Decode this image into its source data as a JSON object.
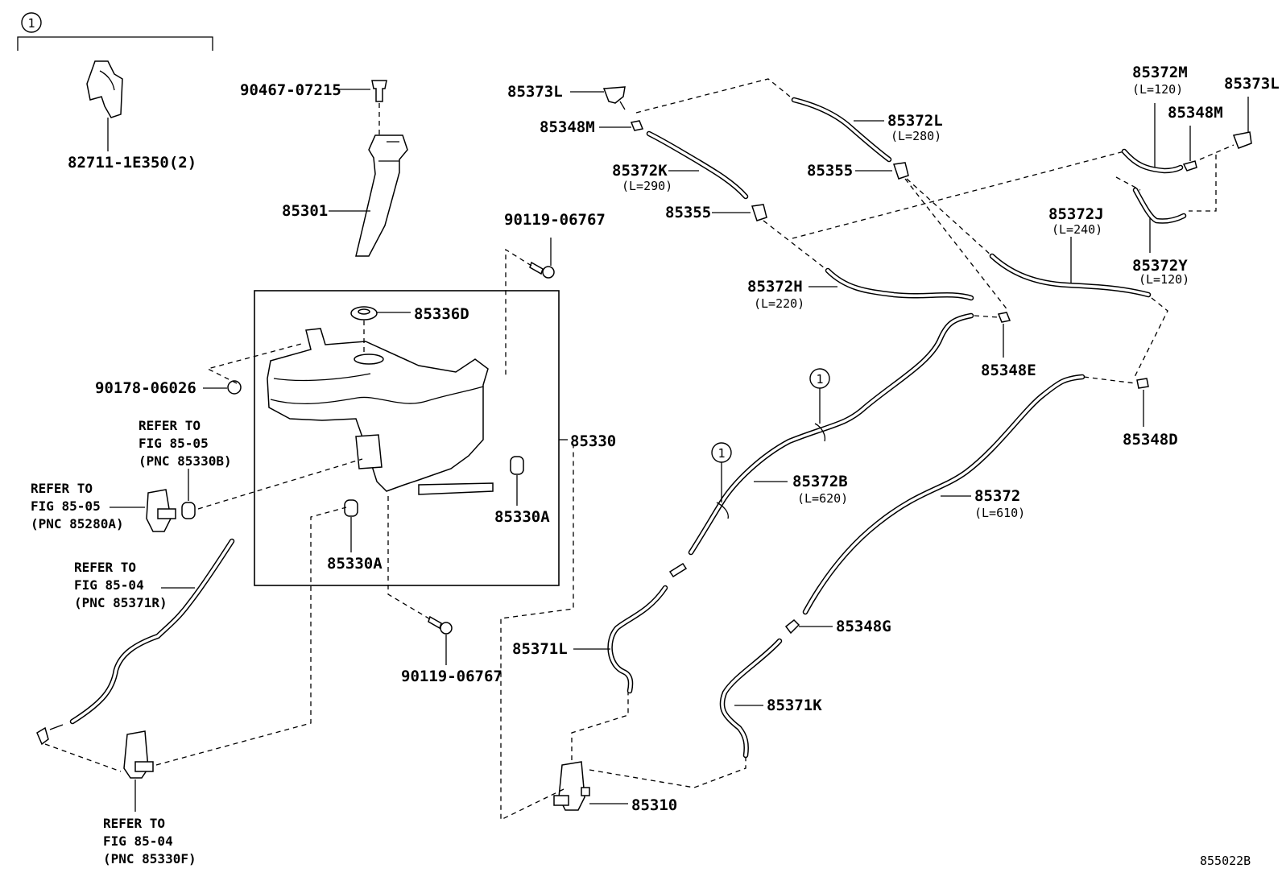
{
  "diagram_id": "855022B",
  "kit": {
    "marker": "1",
    "part": "82711-1E350(2)"
  },
  "parts": {
    "p90467": "90467-07215",
    "p85301": "85301",
    "p85336D": "85336D",
    "p90119_top": "90119-06767",
    "p90178": "90178-06026",
    "p85330": "85330",
    "p85330A_right": "85330A",
    "p85330A_left": "85330A",
    "p90119_bot": "90119-06767",
    "p85373L_left": "85373L",
    "p85348M_left": "85348M",
    "p85372K": "85372K",
    "p85372K_len": "(L=290)",
    "p85355_left": "85355",
    "p85372L": "85372L",
    "p85372L_len": "(L=280)",
    "p85355_right": "85355",
    "p85372H": "85372H",
    "p85372H_len": "(L=220)",
    "p85372M": "85372M",
    "p85372M_len": "(L=120)",
    "p85373L_right": "85373L",
    "p85348M_right": "85348M",
    "p85372J": "85372J",
    "p85372J_len": "(L=240)",
    "p85372Y": "85372Y",
    "p85372Y_len": "(L=120)",
    "p85348E": "85348E",
    "p85348D": "85348D",
    "p85372B": "85372B",
    "p85372B_len": "(L=620)",
    "p85372": "85372",
    "p85372_len": "(L=610)",
    "p85348G": "85348G",
    "p85371L": "85371L",
    "p85371K": "85371K",
    "p85310": "85310",
    "callout_a": "1",
    "callout_b": "1"
  },
  "refs": {
    "r1": [
      "REFER TO",
      "FIG 85-05",
      "(PNC 85330B)"
    ],
    "r2": [
      "REFER TO",
      "FIG 85-05",
      "(PNC 85280A)"
    ],
    "r3": [
      "REFER TO",
      "FIG 85-04",
      "(PNC 85371R)"
    ],
    "r4": [
      "REFER TO",
      "FIG 85-04",
      "(PNC 85330F)"
    ]
  }
}
